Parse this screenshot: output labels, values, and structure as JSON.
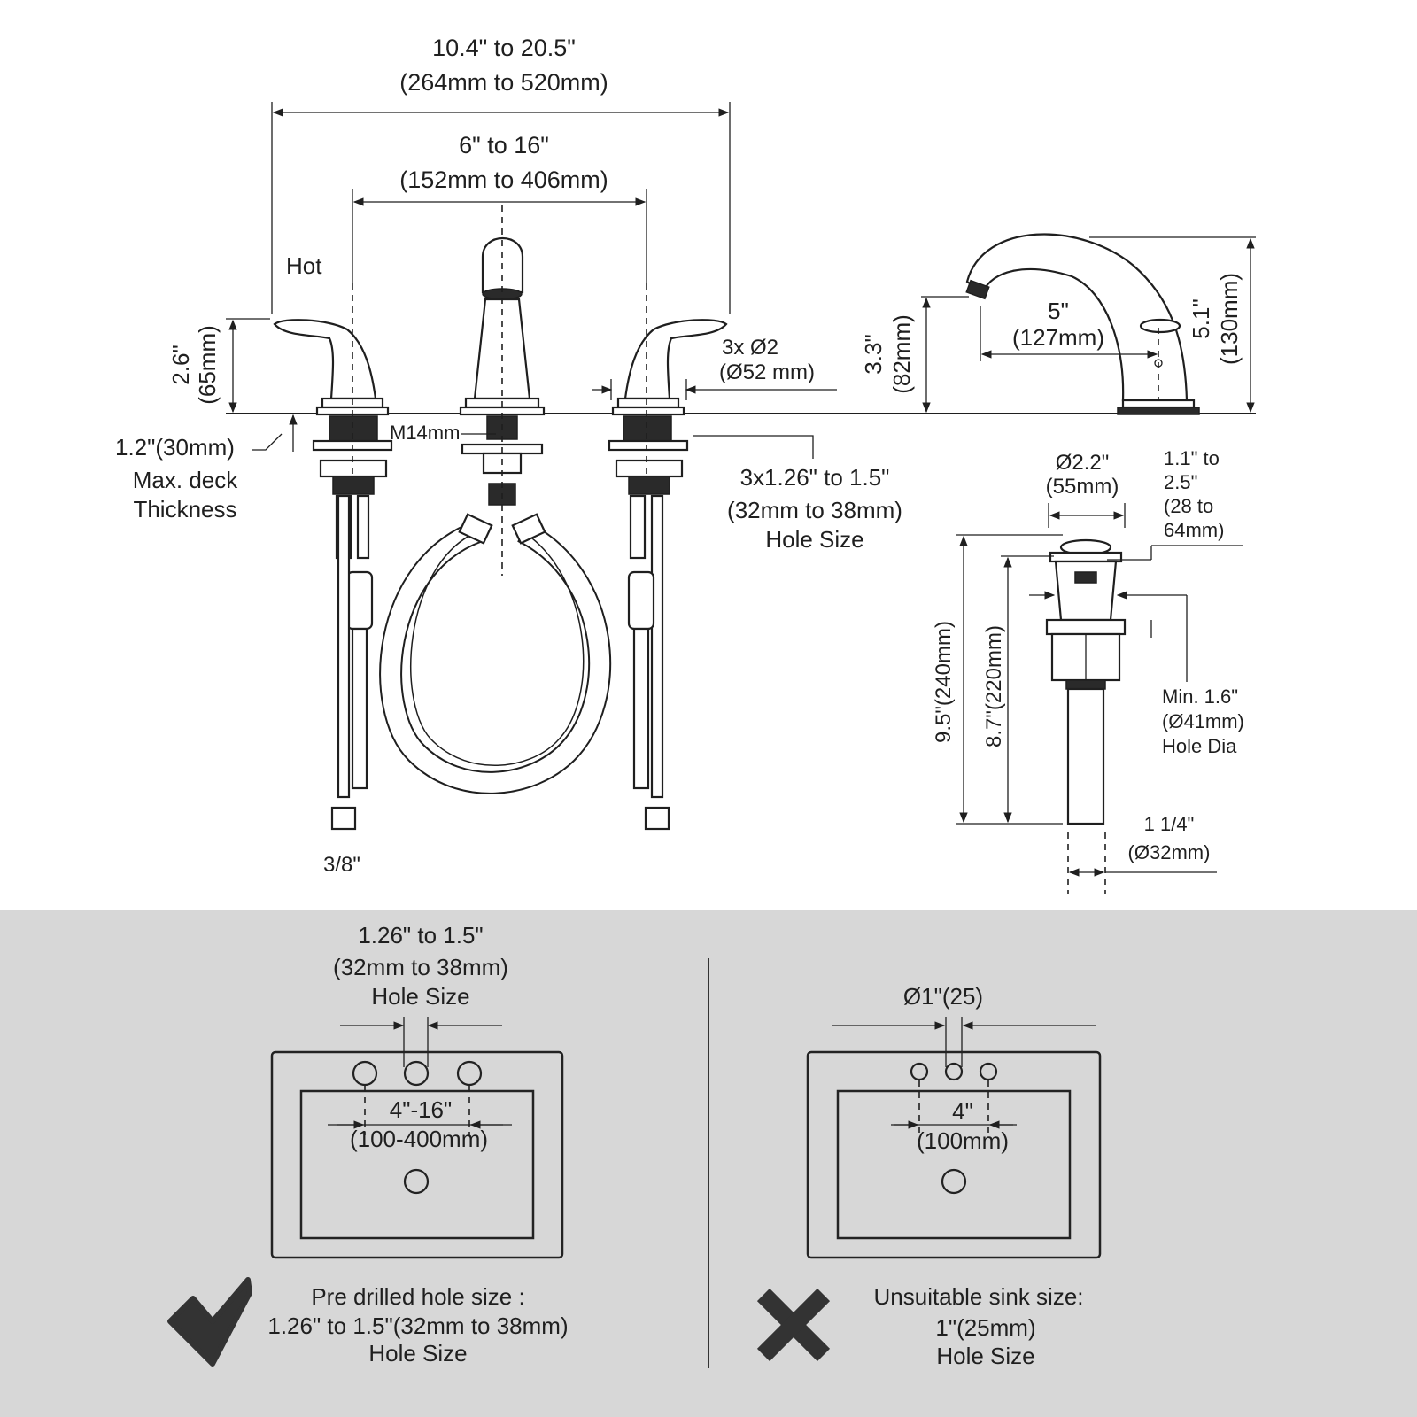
{
  "colors": {
    "background": "#ffffff",
    "panel": "#d7d7d7",
    "line": "#1f1f1f",
    "mark": "#333333"
  },
  "icons": {
    "ok": "checkmark-icon",
    "bad": "cross-icon"
  },
  "faucet_front": {
    "total_width_in": "10.4\" to 20.5\"",
    "total_width_mm": "(264mm to 520mm)",
    "center_spread_in": "6\" to 16\"",
    "center_spread_mm": "(152mm to 406mm)",
    "hot_label": "Hot",
    "handle_height_in": "2.6\"",
    "handle_height_mm": "(65mm)",
    "base_diameter_line1": "3x Ø2",
    "base_diameter_line2": "(Ø52 mm)",
    "thread_label": "M14mm",
    "deck_thickness_value": "1.2\"(30mm)",
    "deck_thickness_line1": "Max. deck",
    "deck_thickness_line2": "Thickness",
    "hole_size_line1": "3x1.26\" to 1.5\"",
    "hole_size_line2": "(32mm to 38mm)",
    "hole_size_line3": "Hole Size",
    "connector_label": "3/8\""
  },
  "faucet_side": {
    "spout_height_in": "3.3\"",
    "spout_height_mm": "(82mm)",
    "spout_reach_in": "5\"",
    "spout_reach_mm": "(127mm)",
    "total_height_in": "5.1\"",
    "total_height_mm": "(130mm)"
  },
  "drain": {
    "cap_dia_in": "Ø2.2\"",
    "cap_dia_mm": "(55mm)",
    "adjust_line1": "1.1\" to",
    "adjust_line2": "2.5\"",
    "adjust_line3": "(28 to",
    "adjust_line4": "64mm)",
    "total_length": "9.5\"(240mm)",
    "body_length": "8.7\"(220mm)",
    "min_hole_line1": "Min. 1.6\"",
    "min_hole_line2": "(Ø41mm)",
    "min_hole_line3": "Hole Dia",
    "tail_in": "1 1/4\"",
    "tail_mm": "(Ø32mm)"
  },
  "suitable": {
    "hole_line1": "1.26\" to 1.5\"",
    "hole_line2": "(32mm to 38mm)",
    "hole_line3": "Hole Size",
    "spread_in": "4\"-16\"",
    "spread_mm": "(100-400mm)",
    "caption_line1": "Pre drilled hole size :",
    "caption_line2": "1.26\" to 1.5\"(32mm to 38mm)",
    "caption_line3": "Hole Size"
  },
  "unsuitable": {
    "hole_label": "Ø1\"(25)",
    "spread_in": "4\"",
    "spread_mm": "(100mm)",
    "caption_line1": "Unsuitable sink size:",
    "caption_line2": "1\"(25mm)",
    "caption_line3": "Hole Size"
  }
}
